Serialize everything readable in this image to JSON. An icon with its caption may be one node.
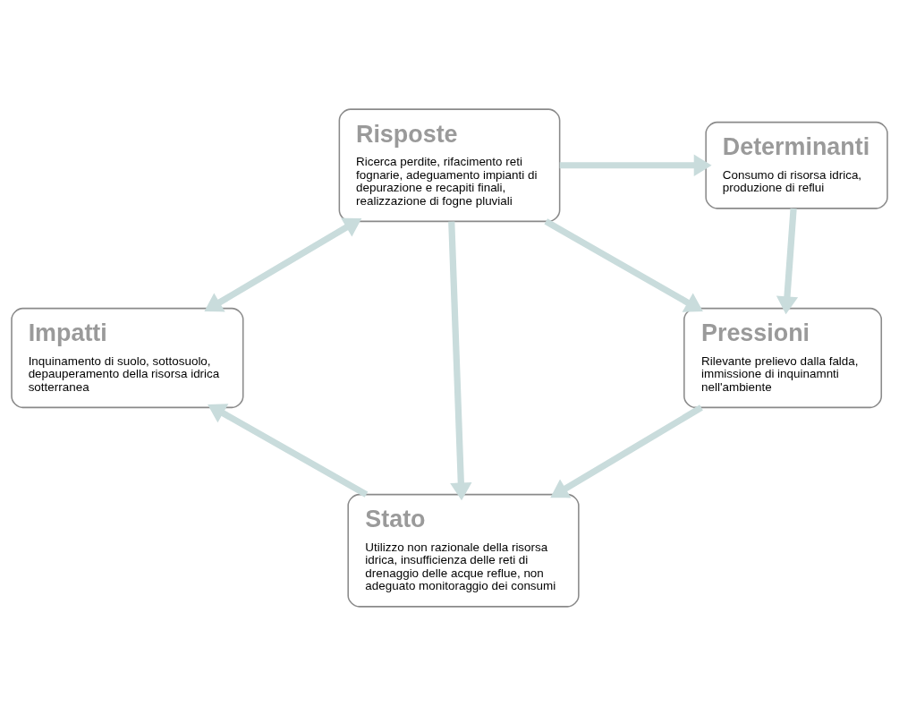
{
  "diagram": {
    "nodes": [
      {
        "text": [
          "Determinanti",
          "Consumo di risorsa idrica, produzione di reflui"
        ]
      },
      {
        "text": [
          "Risposte",
          "Ricerca perdite, rifacimento reti fognarie, adeguamento impianti di depurazione e recapiti finali, realizzazione di fogne pluviali"
        ]
      },
      {
        "text": [
          "Pressioni",
          "Rilevante prelievo dalla falda, immissione di inquinamnti nell'ambiente"
        ]
      },
      {
        "text": [
          "Impatti",
          "Inquinamento di suolo, sottosuolo, depauperamento della risorsa idrica sotterranea"
        ]
      },
      {
        "text": [
          "Stato",
          "Utilizzo non razionale della risorsa idrica, insufficienza delle reti di drenaggio delle acque reflue, non adeguato monitoraggio dei consumi"
        ]
      }
    ],
    "edges": [
      {
        "from": 0,
        "to": 2,
        "arrow": "to"
      },
      {
        "from": 2,
        "to": 4,
        "arrow": "to"
      },
      {
        "from": 4,
        "to": 3,
        "arrow": "to"
      },
      {
        "from": 1,
        "to": 3,
        "arrow": "both"
      },
      {
        "from": 1,
        "to": 0,
        "arrow": "to"
      },
      {
        "from": 1,
        "to": 2,
        "arrow": "to"
      },
      {
        "from": 1,
        "to": 4,
        "arrow": "to"
      }
    ]
  }
}
